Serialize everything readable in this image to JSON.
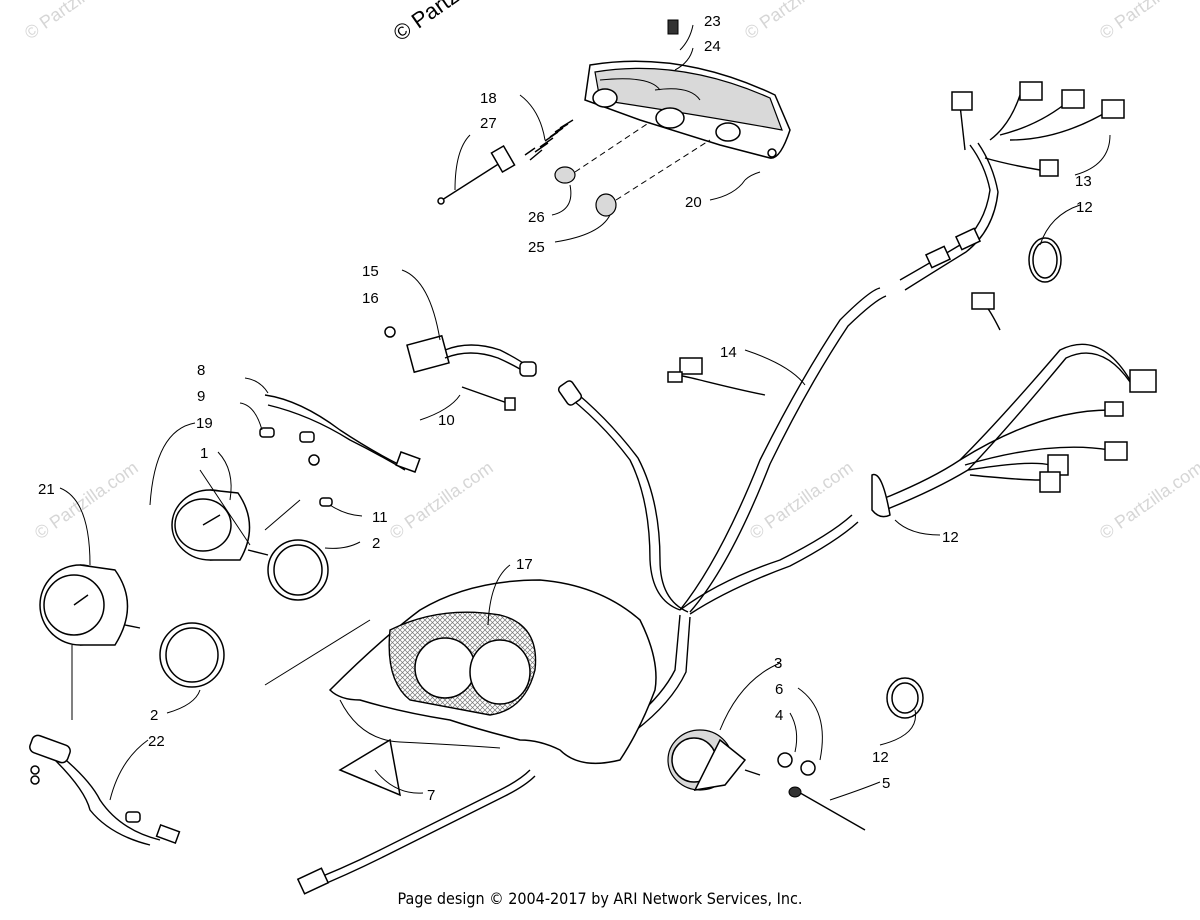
{
  "watermark": {
    "text": "© Partzilla.com",
    "text_top": "© Partzil"
  },
  "callouts": {
    "c1": "1",
    "c2a": "2",
    "c2b": "2",
    "c3": "3",
    "c4": "4",
    "c5": "5",
    "c6": "6",
    "c7": "7",
    "c8": "8",
    "c9": "9",
    "c10": "10",
    "c11": "11",
    "c12a": "12",
    "c12b": "12",
    "c12c": "12",
    "c13": "13",
    "c14": "14",
    "c15": "15",
    "c16": "16",
    "c17": "17",
    "c18": "18",
    "c19": "19",
    "c20": "20",
    "c21": "21",
    "c22": "22",
    "c23": "23",
    "c24": "24",
    "c25": "25",
    "c26": "26",
    "c27": "27"
  },
  "footer": {
    "text": "Page design © 2004-2017 by ARI Network Services, Inc."
  }
}
